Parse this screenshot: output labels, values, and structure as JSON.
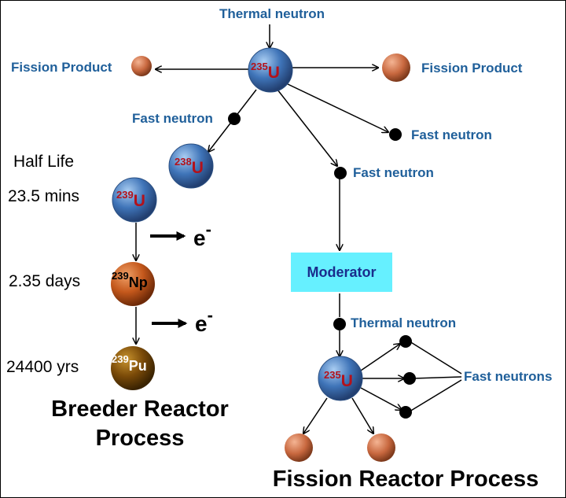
{
  "colors": {
    "label_blue": "#1f5f9a",
    "element_red": "#b3121b",
    "moderator_bg": "#66f0ff",
    "moderator_text": "#1a2c8c",
    "uranium_sphere": "#3f74b8",
    "fission_product": "#c8683f",
    "neptunium": "#c4581c",
    "plutonium": "#7a4a08"
  },
  "top_labels": {
    "thermal_neutron": "Thermal neutron",
    "fission_product_left": "Fission Product",
    "fission_product_right": "Fission Product",
    "fast_neutron_1": "Fast neutron",
    "fast_neutron_2": "Fast neutron",
    "fast_neutron_3": "Fast neutron"
  },
  "nuclei": {
    "u235_top": {
      "mass": "235",
      "symbol": "U"
    },
    "u238": {
      "mass": "238",
      "symbol": "U"
    },
    "u239": {
      "mass": "239",
      "symbol": "U"
    },
    "np239": {
      "mass": "239",
      "symbol": "Np"
    },
    "pu239": {
      "mass": "239",
      "symbol": "Pu"
    },
    "u235_bottom": {
      "mass": "235",
      "symbol": "U"
    }
  },
  "breeder": {
    "half_life_heading": "Half Life",
    "half_life_u239": "23.5 mins",
    "half_life_np239": "2.35 days",
    "half_life_pu239": "24400 yrs",
    "electron_symbol": "e",
    "electron_superscript": "-",
    "title_line1": "Breeder Reactor",
    "title_line2": "Process"
  },
  "fission": {
    "moderator": "Moderator",
    "thermal_neutron": "Thermal neutron",
    "fast_neutrons": "Fast neutrons",
    "title": "Fission Reactor Process"
  }
}
